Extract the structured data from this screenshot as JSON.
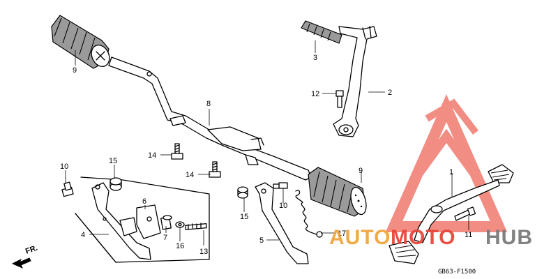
{
  "diagram": {
    "part_code": "GB63-F1500",
    "direction_label": "FR.",
    "callouts": [
      "9",
      "3",
      "12",
      "2",
      "8",
      "14",
      "14",
      "10",
      "15",
      "6",
      "4",
      "7",
      "16",
      "13",
      "9",
      "1",
      "15",
      "10",
      "5",
      "17",
      "11"
    ]
  },
  "watermark": {
    "text_orange": "AUTO",
    "text_red": "MOTO",
    "text_gray": "HUB",
    "color_orange": "#f2a640",
    "color_red": "#e8473a",
    "color_gray": "#7b7b7b",
    "logo_color": "#f07a6f"
  }
}
